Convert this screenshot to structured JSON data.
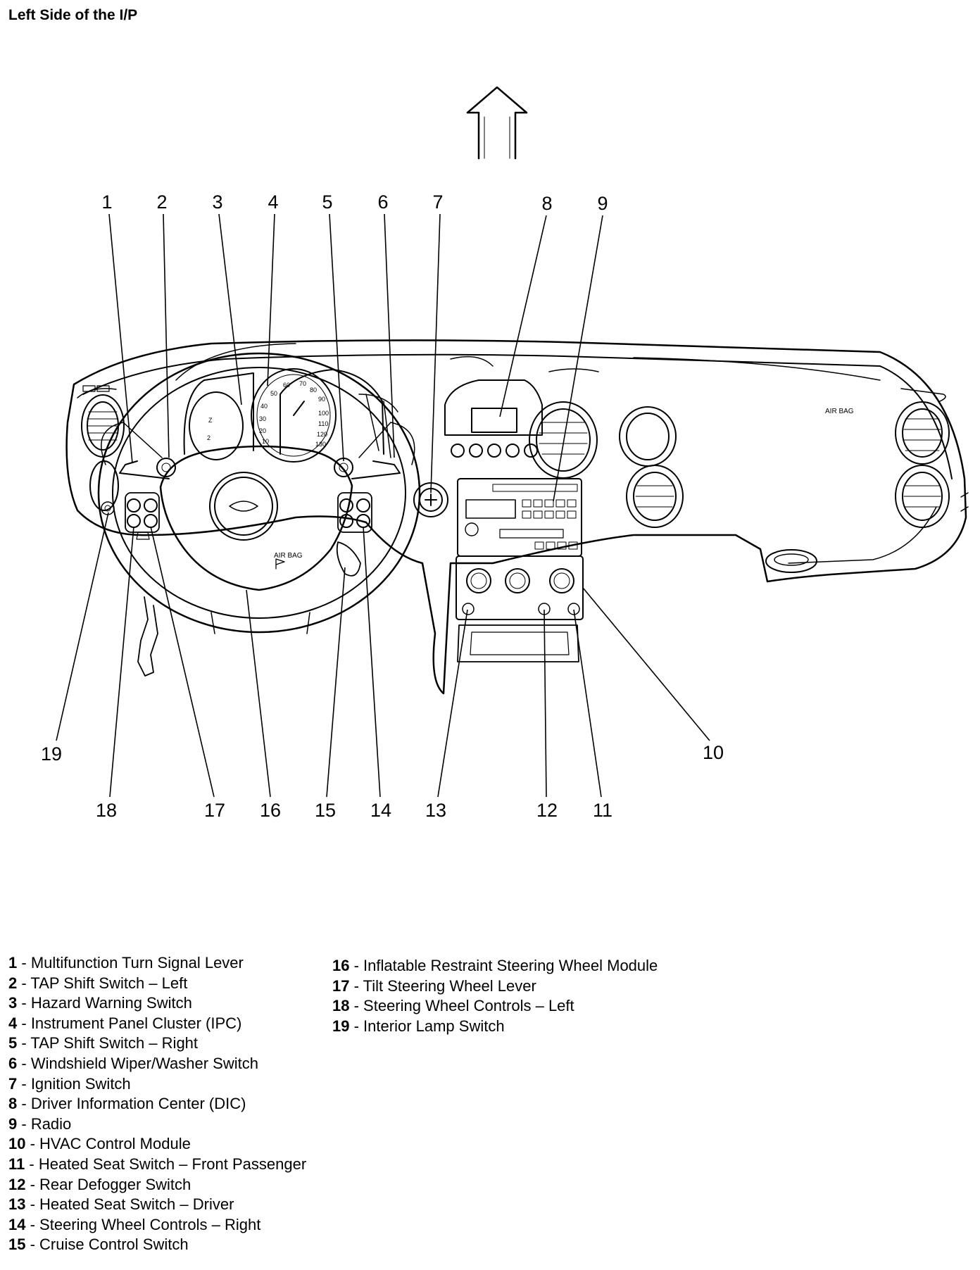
{
  "title": "Left Side of the I/P",
  "diagram_labels": {
    "air_bag_wheel": "AIR BAG",
    "air_bag_dash": "AIR BAG"
  },
  "callouts_top": [
    "1",
    "2",
    "3",
    "4",
    "5",
    "6",
    "7",
    "8",
    "9"
  ],
  "callouts_bottom": [
    "19",
    "18",
    "17",
    "16",
    "15",
    "14",
    "13",
    "12",
    "11",
    "10"
  ],
  "legend_left": [
    {
      "num": "1",
      "sep": " - ",
      "text": "Multifunction Turn Signal Lever"
    },
    {
      "num": "2",
      "sep": " - ",
      "text": "TAP Shift Switch – Left"
    },
    {
      "num": "3",
      "sep": " - ",
      "text": "Hazard Warning Switch"
    },
    {
      "num": "4",
      "sep": " - ",
      "text": "Instrument Panel Cluster (IPC)"
    },
    {
      "num": "5",
      "sep": " - ",
      "text": "TAP Shift Switch – Right"
    },
    {
      "num": "6",
      "sep": " - ",
      "text": "Windshield Wiper/Washer Switch"
    },
    {
      "num": "7",
      "sep": " - ",
      "text": "Ignition Switch"
    },
    {
      "num": "8",
      "sep": " - ",
      "text": "Driver Information Center (DIC)"
    },
    {
      "num": "9",
      "sep": " - ",
      "text": "Radio"
    },
    {
      "num": "10",
      "sep": " - ",
      "text": "HVAC Control Module"
    },
    {
      "num": "11",
      "sep": " - ",
      "text": "Heated Seat Switch – Front Passenger"
    },
    {
      "num": "12",
      "sep": " - ",
      "text": "Rear Defogger Switch"
    },
    {
      "num": "13",
      "sep": " - ",
      "text": "Heated Seat Switch – Driver"
    },
    {
      "num": "14",
      "sep": " - ",
      "text": "Steering Wheel Controls – Right"
    },
    {
      "num": "15",
      "sep": " - ",
      "text": "Cruise Control Switch"
    }
  ],
  "legend_right": [
    {
      "num": "16",
      "sep": " - ",
      "text": "Inflatable Restraint Steering Wheel Module"
    },
    {
      "num": "17",
      "sep": " - ",
      "text": "Tilt Steering Wheel Lever"
    },
    {
      "num": "18",
      "sep": " - ",
      "text": "Steering Wheel Controls – Left"
    },
    {
      "num": "19",
      "sep": " - ",
      "text": "Interior Lamp Switch"
    }
  ]
}
